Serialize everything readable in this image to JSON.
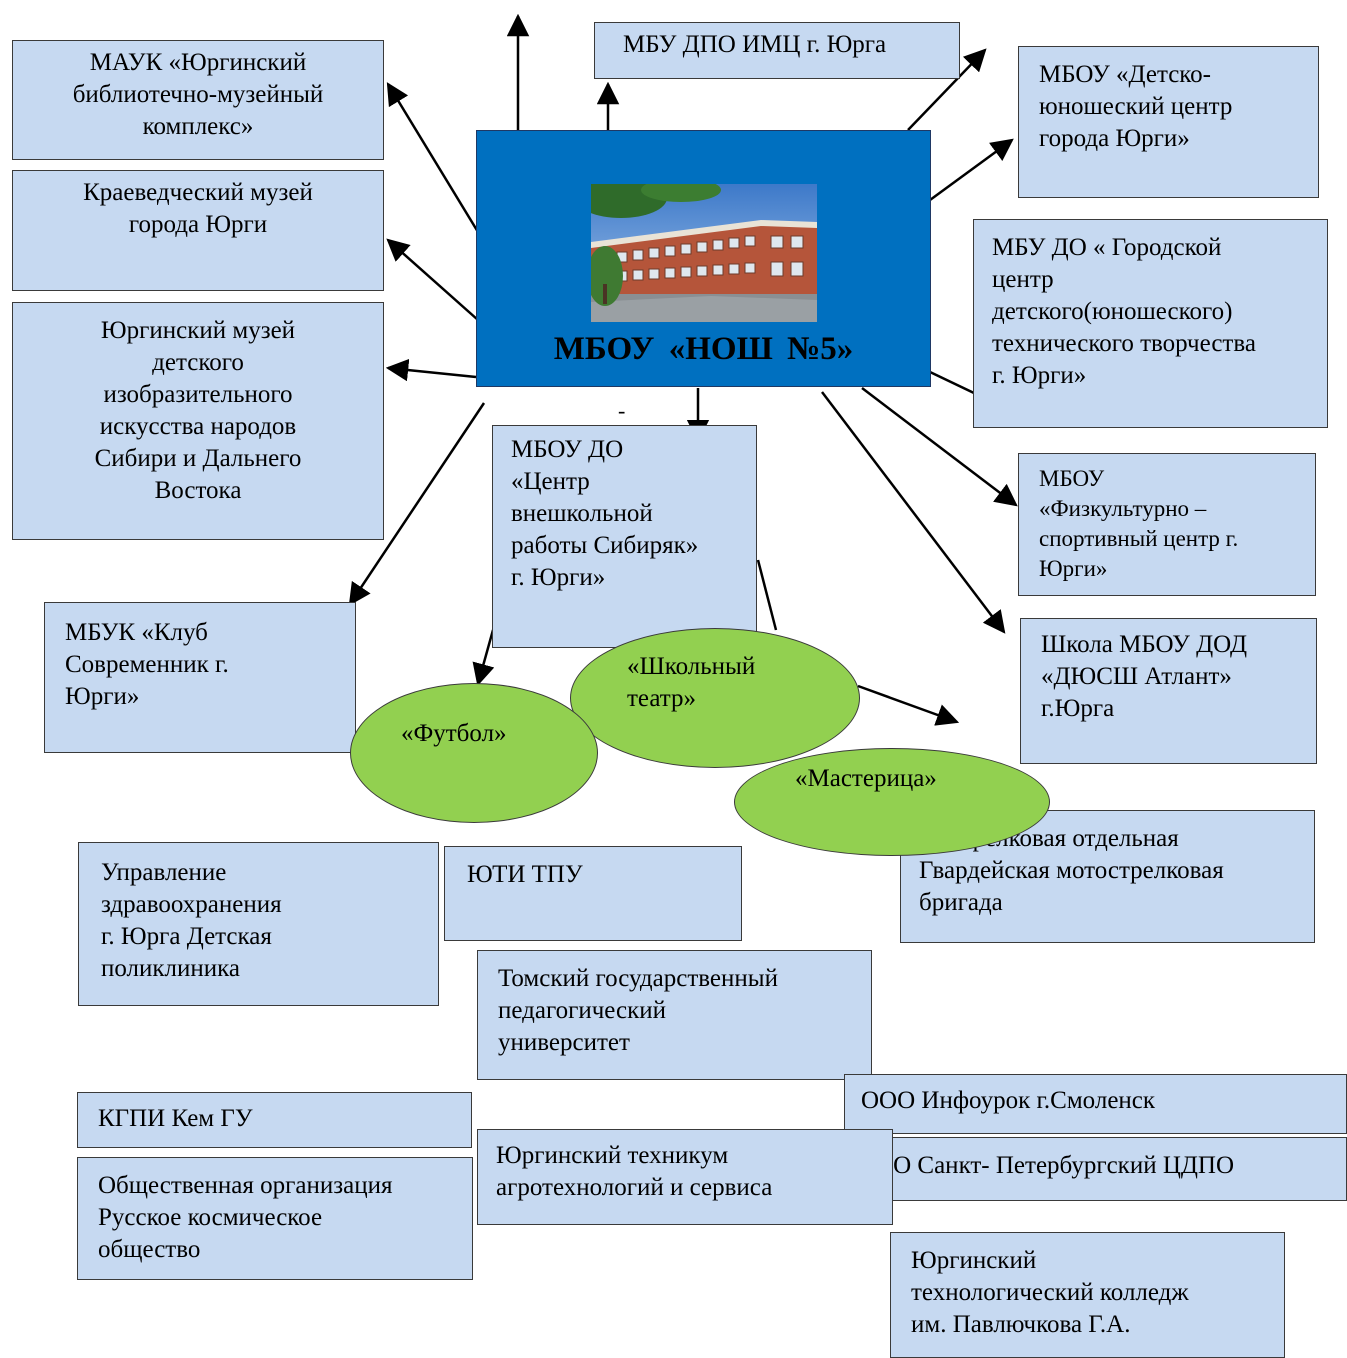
{
  "hub": {
    "title": "МБОУ  «НОШ №5»",
    "photo_icon": "school-building-photo"
  },
  "stray_mark": "-",
  "boxes": {
    "mauk": "МАУК «Юргинский\nбиблиотечно-музейный\nкомплекс»",
    "imc": "МБУ ДПО ИМЦ г. Юрга",
    "dyuc": "МБОУ «Детско-\nюношеский центр\nгорода Юрги»",
    "kraeved": "Краеведческий музей\nгорода Юрги",
    "gcdutt": "МБУ ДО « Городской\nцентр\nдетского(юношеского)\nтехнического творчества\nг. Юрги»",
    "muzei_izo": "Юргинский музей\nдетского\nизобразительного\nискусства народов\nСибири и Дальнего\nВостока",
    "sibiryak": "МБОУ ДО\n«Центр\nвнешкольной\nработы Сибиряк»\nг. Юрги»",
    "fsc": "МБОУ\n«Физкультурно –\nспортивный центр г.\nЮрги»",
    "klub": "МБУК  «Клуб\nСовременник г.\nЮрги»",
    "dyussh": "Школа МБОУ ДОД\n«ДЮСШ Атлант»\nг.Юрга",
    "brigada": " 74 стрелковая  отдельная\nГвардейская мотострелковая\nбригада",
    "zdrav": "Управление\nздравоохранения\n г. Юрга Детская\nполиклиника",
    "yuti": "ЮТИ ТПУ",
    "tgpu": "Томский государственный\nпедагогический\nуниверситет",
    "infourok": "ООО Инфоурок г.Смоленск",
    "kgpi": "КГПИ Кем ГУ",
    "ano": "АНО Санкт- Петербургский ЦДПО",
    "tehnikum": "Юргинский техникум\nагротехнологий и сервиса",
    "rko": "Общественная организация\nРусское космическое\nобщество",
    "kolledzh": "Юргинский\nтехнологический колледж\nим. Павлючкова Г.А."
  },
  "ellipses": {
    "teatr": "«Школьный\nтеатр»",
    "futbol": "«Футбол»",
    "masterica": "«Мастерица»"
  },
  "colors": {
    "box_fill": "#c6d9f1",
    "hub_fill": "#0070c0",
    "ellipse_fill": "#92d050",
    "stroke": "#000000"
  }
}
